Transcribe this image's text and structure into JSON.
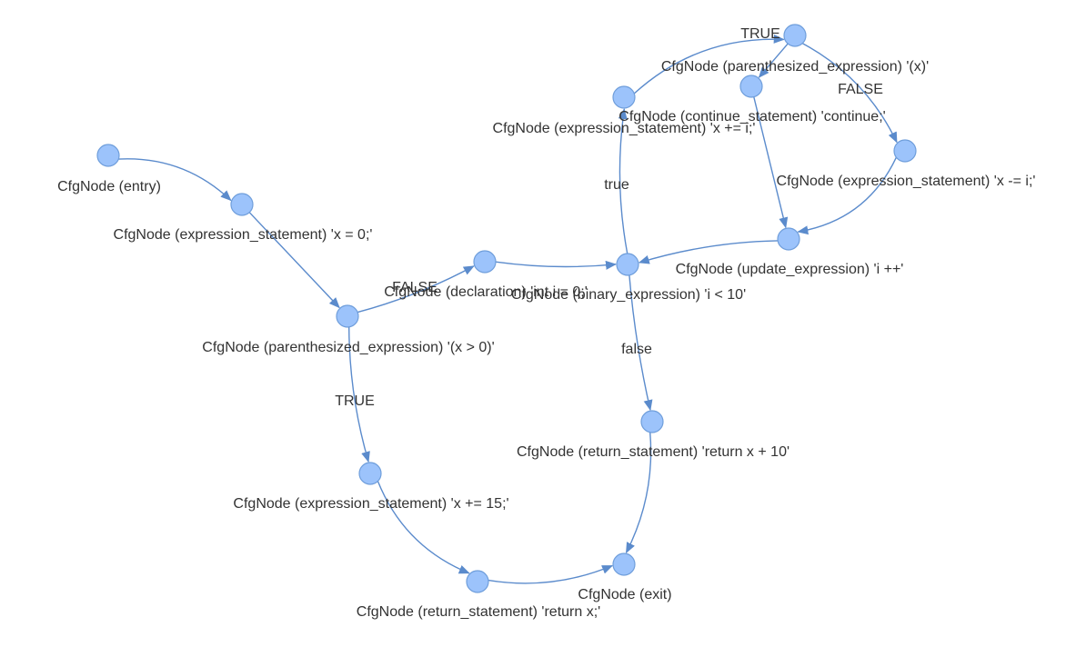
{
  "diagram": {
    "nodes": [
      {
        "id": "entry",
        "label": "CfgNode (entry)"
      },
      {
        "id": "x_assign",
        "label": "CfgNode (expression_statement) 'x = 0;'"
      },
      {
        "id": "paren_xgt0",
        "label": "CfgNode (parenthesized_expression) '(x > 0)'"
      },
      {
        "id": "x_plus15",
        "label": "CfgNode (expression_statement) 'x += 15;'"
      },
      {
        "id": "return_x",
        "label": "CfgNode (return_statement) 'return x;'"
      },
      {
        "id": "exit",
        "label": "CfgNode (exit)"
      },
      {
        "id": "decl_i",
        "label": "CfgNode (declaration) 'int i = 0;'"
      },
      {
        "id": "binary_i",
        "label": "CfgNode (binary_expression) 'i < 10'"
      },
      {
        "id": "return_x10",
        "label": "CfgNode (return_statement) 'return x + 10'"
      },
      {
        "id": "x_plus_i",
        "label": "CfgNode (expression_statement) 'x += i;'"
      },
      {
        "id": "paren_x",
        "label": "CfgNode (parenthesized_expression) '(x)'"
      },
      {
        "id": "continue",
        "label": "CfgNode (continue_statement) 'continue;'"
      },
      {
        "id": "x_minus_i",
        "label": "CfgNode (expression_statement) 'x -= i;'"
      },
      {
        "id": "update_i",
        "label": "CfgNode (update_expression) 'i ++'"
      }
    ],
    "edges": [
      {
        "from": "entry",
        "to": "x_assign",
        "label": ""
      },
      {
        "from": "x_assign",
        "to": "paren_xgt0",
        "label": ""
      },
      {
        "from": "paren_xgt0",
        "to": "x_plus15",
        "label": "TRUE"
      },
      {
        "from": "paren_xgt0",
        "to": "decl_i",
        "label": "FALSE"
      },
      {
        "from": "x_plus15",
        "to": "return_x",
        "label": ""
      },
      {
        "from": "return_x",
        "to": "exit",
        "label": ""
      },
      {
        "from": "decl_i",
        "to": "binary_i",
        "label": ""
      },
      {
        "from": "binary_i",
        "to": "x_plus_i",
        "label": "true"
      },
      {
        "from": "binary_i",
        "to": "return_x10",
        "label": "false"
      },
      {
        "from": "return_x10",
        "to": "exit",
        "label": ""
      },
      {
        "from": "x_plus_i",
        "to": "paren_x",
        "label": ""
      },
      {
        "from": "paren_x",
        "to": "continue",
        "label": "TRUE"
      },
      {
        "from": "paren_x",
        "to": "x_minus_i",
        "label": "FALSE"
      },
      {
        "from": "continue",
        "to": "update_i",
        "label": ""
      },
      {
        "from": "x_minus_i",
        "to": "update_i",
        "label": ""
      },
      {
        "from": "update_i",
        "to": "binary_i",
        "label": ""
      }
    ]
  }
}
